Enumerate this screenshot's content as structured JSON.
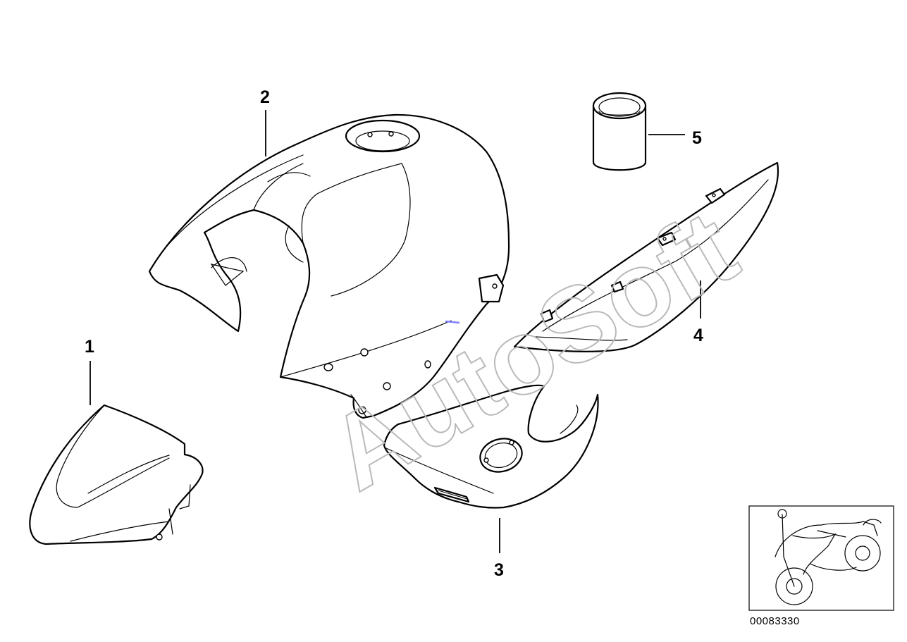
{
  "callouts": [
    {
      "id": "1",
      "label": "1"
    },
    {
      "id": "2",
      "label": "2"
    },
    {
      "id": "3",
      "label": "3"
    },
    {
      "id": "4",
      "label": "4"
    },
    {
      "id": "5",
      "label": "5"
    }
  ],
  "diagram_id": "00083330",
  "watermark": "AutoSoft",
  "colors": {
    "line": "#000000",
    "background": "#ffffff",
    "watermark": "#b9b9b9",
    "marker": "#8080ff"
  }
}
